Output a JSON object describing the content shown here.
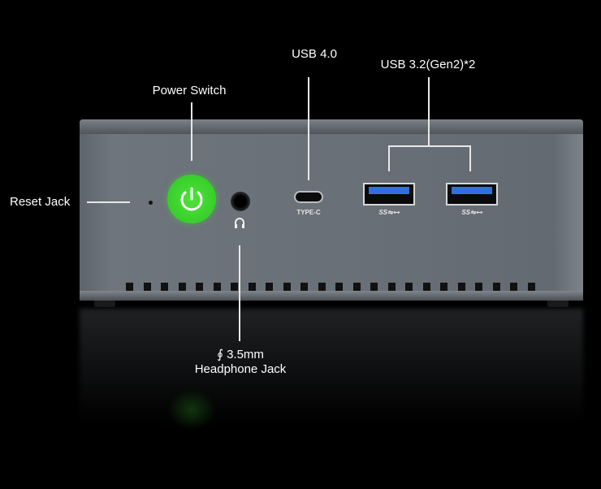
{
  "labels": {
    "power_switch": "Power Switch",
    "usb4": "USB 4.0",
    "usb32": "USB 3.2(Gen2)*2",
    "reset_jack": "Reset Jack",
    "headphone_line1": "∮ 3.5mm",
    "headphone_line2": "Headphone Jack"
  },
  "port_marks": {
    "type_c": "TYPE-C",
    "usb_a_1": "SS⇋⊷",
    "usb_a_2": "SS⇋⊷"
  },
  "colors": {
    "power_button": "#35cc28",
    "usb_tongue": "#2f6fe0",
    "chassis": "#676e75"
  }
}
